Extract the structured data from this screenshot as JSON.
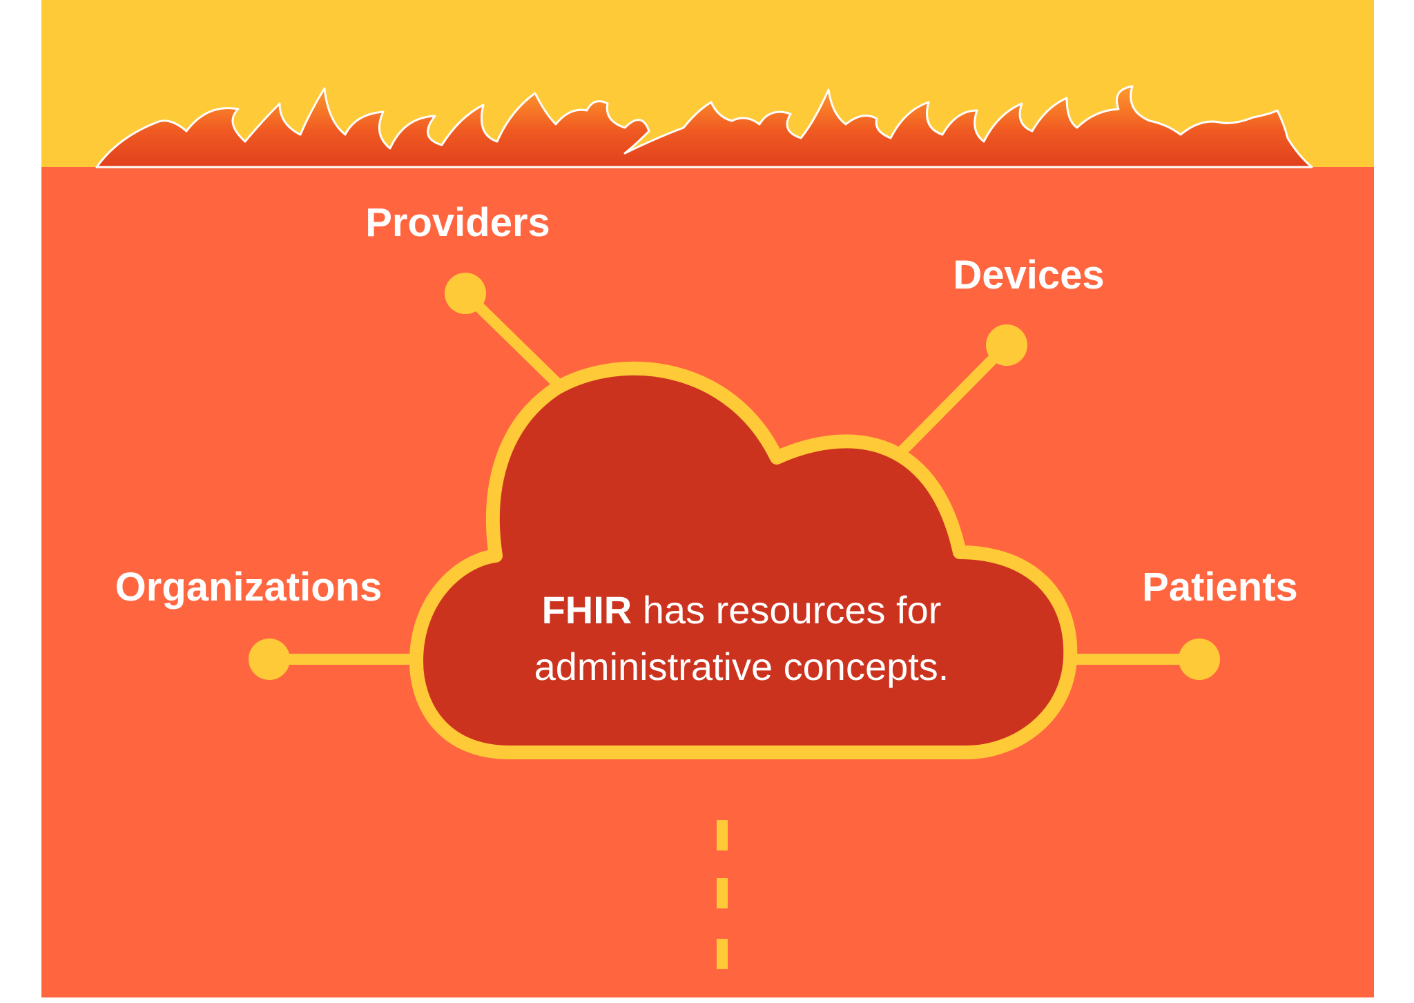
{
  "diagram": {
    "nodes": {
      "providers": "Providers",
      "devices": "Devices",
      "organizations": "Organizations",
      "patients": "Patients"
    },
    "center": {
      "line1_strong": "FHIR",
      "line1_rest": " has resources for",
      "line2": "administrative concepts."
    }
  },
  "colors": {
    "background": "#FF6640",
    "top_band": "#FFCA38",
    "cloud_fill": "#CC331F",
    "accent": "#FFCA38",
    "flames": "#E64A1E"
  }
}
